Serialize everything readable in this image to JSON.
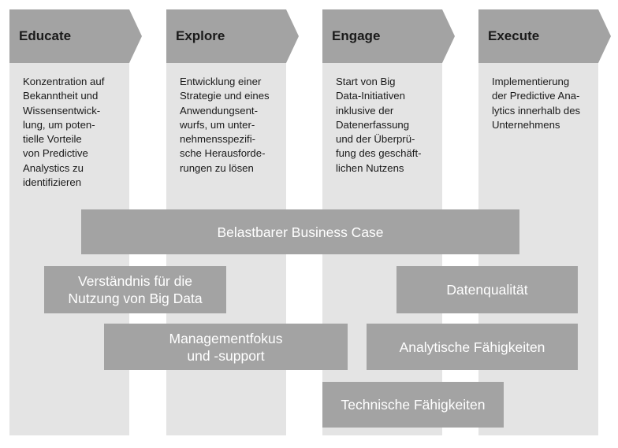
{
  "phases": [
    {
      "title": "Educate",
      "description": "Konzentration auf\nBekanntheit und\nWissensentwick-\nlung, um poten-\ntielle Vorteile\nvon Predictive\nAnalystics zu\nidentifizieren"
    },
    {
      "title": "Explore",
      "description": "Entwicklung einer\nStrategie und eines\nAnwendungsent-\nwurfs, um unter-\nnehmensspezifi-\nsche Herausforde-\nrungen zu lösen"
    },
    {
      "title": "Engage",
      "description": "Start von Big\nData-Initiativen\ninklusive der\nDatenerfassung\nund der Überprü-\nfung des geschäft-\nlichen Nutzens"
    },
    {
      "title": "Execute",
      "description": "Implementierung\nder Predictive Ana-\nlytics innerhalb des\nUnternehmens"
    }
  ],
  "factors": {
    "business_case": "Belastbarer Business Case",
    "big_data": "Verständnis für die\nNutzung von Big Data",
    "datenqualitaet": "Datenqualität",
    "management": "Managementfokus\nund -support",
    "analytisch": "Analytische Fähigkeiten",
    "technisch": "Technische Fähigkeiten"
  },
  "colors": {
    "column_bg": "#e4e4e4",
    "chevron": "#a3a3a3",
    "factor_box": "#a3a3a3",
    "text_dark": "#1a1a1a",
    "text_light": "#ffffff"
  }
}
